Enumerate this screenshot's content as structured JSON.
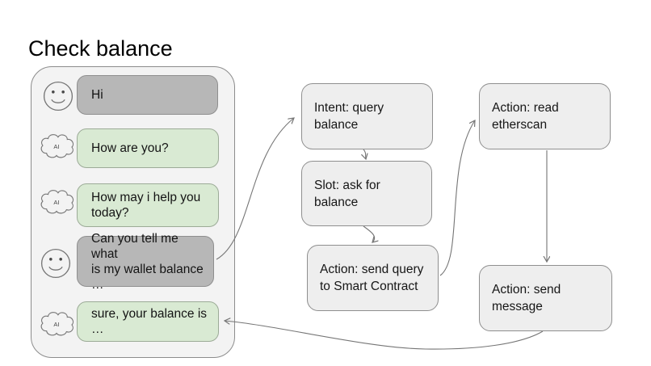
{
  "title": "Check balance",
  "chat": {
    "ai_badge": "AI",
    "messages": [
      {
        "sender": "user",
        "icon": "smiley-face-icon",
        "text": "Hi"
      },
      {
        "sender": "bot",
        "icon": "ai-cloud-icon",
        "text": "How are you?"
      },
      {
        "sender": "bot",
        "icon": "ai-cloud-icon",
        "text": "How may i help you\ntoday?"
      },
      {
        "sender": "user",
        "icon": "smiley-face-icon",
        "text": "Can you tell me what\nis my wallet balance\n…"
      },
      {
        "sender": "bot",
        "icon": "ai-cloud-icon",
        "text": "sure, your balance is\n…"
      }
    ]
  },
  "flow": {
    "nodes": [
      {
        "id": "intent",
        "label": "Intent: query\nbalance"
      },
      {
        "id": "slot",
        "label": "Slot: ask for\nbalance"
      },
      {
        "id": "send_query",
        "label": "Action: send query\nto Smart Contract"
      },
      {
        "id": "read_etherscan",
        "label": "Action: read\netherscan"
      },
      {
        "id": "send_message",
        "label": "Action: send\nmessage"
      }
    ],
    "edges": [
      {
        "from": "user-wallet-balance-message",
        "to": "intent"
      },
      {
        "from": "intent",
        "to": "slot"
      },
      {
        "from": "slot",
        "to": "send_query"
      },
      {
        "from": "send_query",
        "to": "read_etherscan"
      },
      {
        "from": "read_etherscan",
        "to": "send_message"
      },
      {
        "from": "send_message",
        "to": "bot-balance-reply-message"
      }
    ]
  },
  "colors": {
    "user_bubble": "#b7b7b7",
    "bot_bubble": "#d9ead3",
    "panel_bg": "#f3f3f3",
    "node_bg": "#eeeeee",
    "connector": "#757575"
  }
}
